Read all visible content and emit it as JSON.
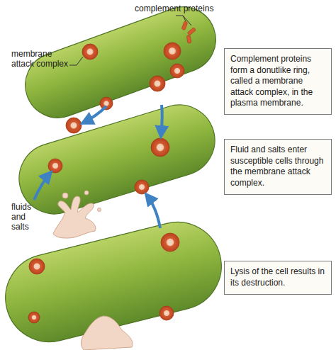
{
  "diagram": {
    "nodes": [
      {
        "text": [
          "Complement proteins form a donutlike ring, called a membrane attack complex, in the plasma membrane."
        ]
      },
      {
        "text": [
          "Fluid and salts enter susceptible cells through the membrane attack complex."
        ]
      },
      {
        "text": [
          "Lysis of the cell results in its destruction."
        ]
      }
    ],
    "labels": [
      "complement proteins",
      "membrane attack complex",
      "fluids and salts"
    ]
  }
}
